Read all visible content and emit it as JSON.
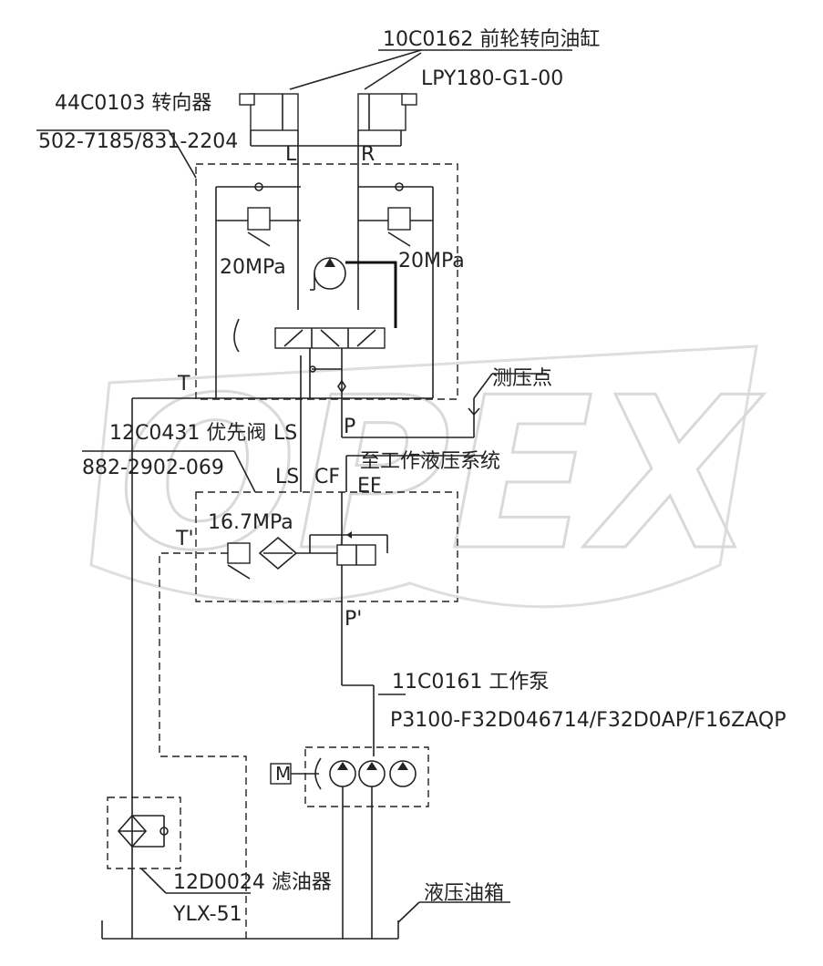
{
  "components": {
    "cylinder": {
      "code": "10C0162 前轮转向油缸",
      "model": "LPY180-G1-00"
    },
    "steering_unit": {
      "code": "44C0103 转向器",
      "model": "502-7185/831-2204"
    },
    "priority_valve": {
      "code": "12C0431 优先阀",
      "model": "882-2902-069"
    },
    "pump": {
      "code": "11C0161 工作泵",
      "model": "P3100-F32D046714/F32D0AP/F16ZAQP"
    },
    "filter": {
      "code": "12D0024 滤油器",
      "model": "YLX-51"
    },
    "tank": {
      "label": "液压油箱"
    }
  },
  "ports": {
    "L": "L",
    "R": "R",
    "T": "T",
    "LS_top": "LS",
    "P_top": "P",
    "LS_valve": "LS",
    "CF": "CF",
    "EF": "EF",
    "T_prime": "T'",
    "P_prime": "P'"
  },
  "pressures": {
    "relief_left": "20MPa",
    "relief_right": "20MPa",
    "priority_relief": "16.7MPa"
  },
  "annotations": {
    "test_point": "测压点",
    "to_work_system": "至工作液压系统"
  },
  "motor": {
    "label": "M"
  },
  "watermark": {
    "text": "OPEX"
  }
}
